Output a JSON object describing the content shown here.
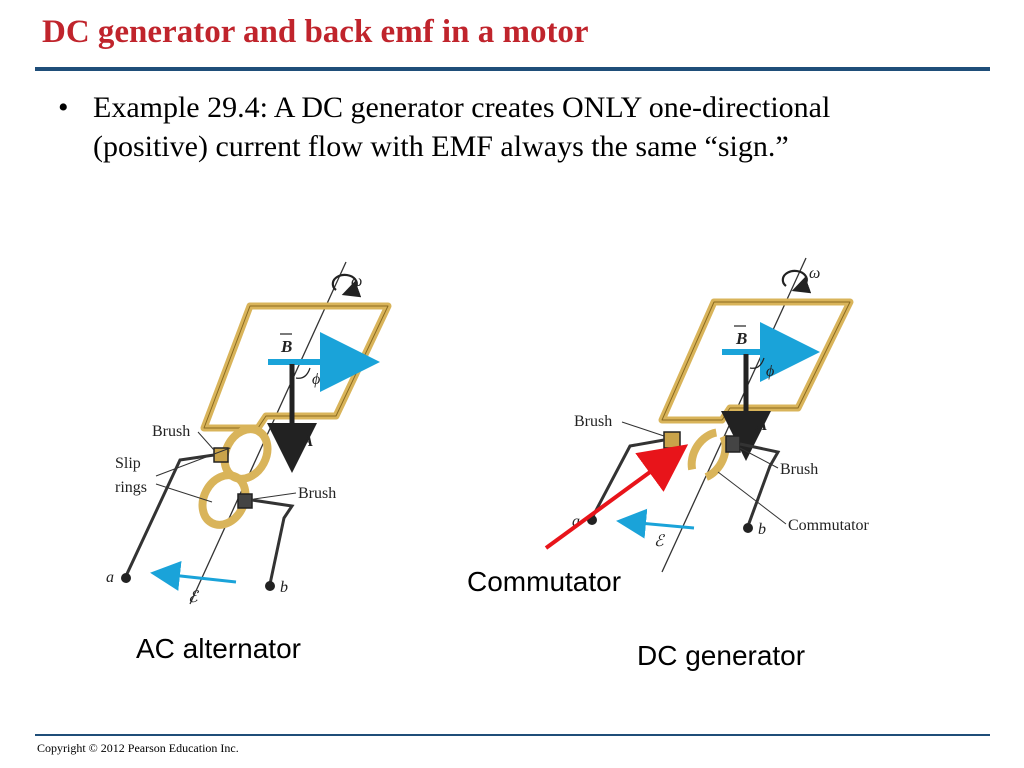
{
  "slide": {
    "title": "DC generator and back emf in a motor",
    "bullet": "•",
    "body": "Example 29.4: A DC generator creates ONLY one-directional (positive) current flow with EMF always the same “sign.”"
  },
  "left_figure": {
    "caption": "AC alternator",
    "labels": {
      "omega": "ω",
      "field": "B",
      "angle": "ϕ",
      "area": "A",
      "brush_top": "Brush",
      "slip": "Slip",
      "rings": "rings",
      "brush_bottom": "Brush",
      "terminal_a": "a",
      "terminal_b": "b",
      "emf": "ℰ"
    }
  },
  "right_figure": {
    "caption": "DC generator",
    "callout": "Commutator",
    "labels": {
      "omega": "ω",
      "field": "B",
      "angle": "ϕ",
      "area": "A",
      "brush_left": "Brush",
      "brush_right": "Brush",
      "commutator": "Commutator",
      "terminal_a": "a",
      "terminal_b": "b",
      "emf": "ℰ"
    }
  },
  "colors": {
    "title": "#c0242c",
    "rule": "#1f4e79",
    "loop": "#d9b45a",
    "arrow_blue": "#1aa3d9",
    "callout_arrow": "#e8141a"
  },
  "footer": {
    "copyright": "Copyright © 2012 Pearson Education Inc."
  }
}
